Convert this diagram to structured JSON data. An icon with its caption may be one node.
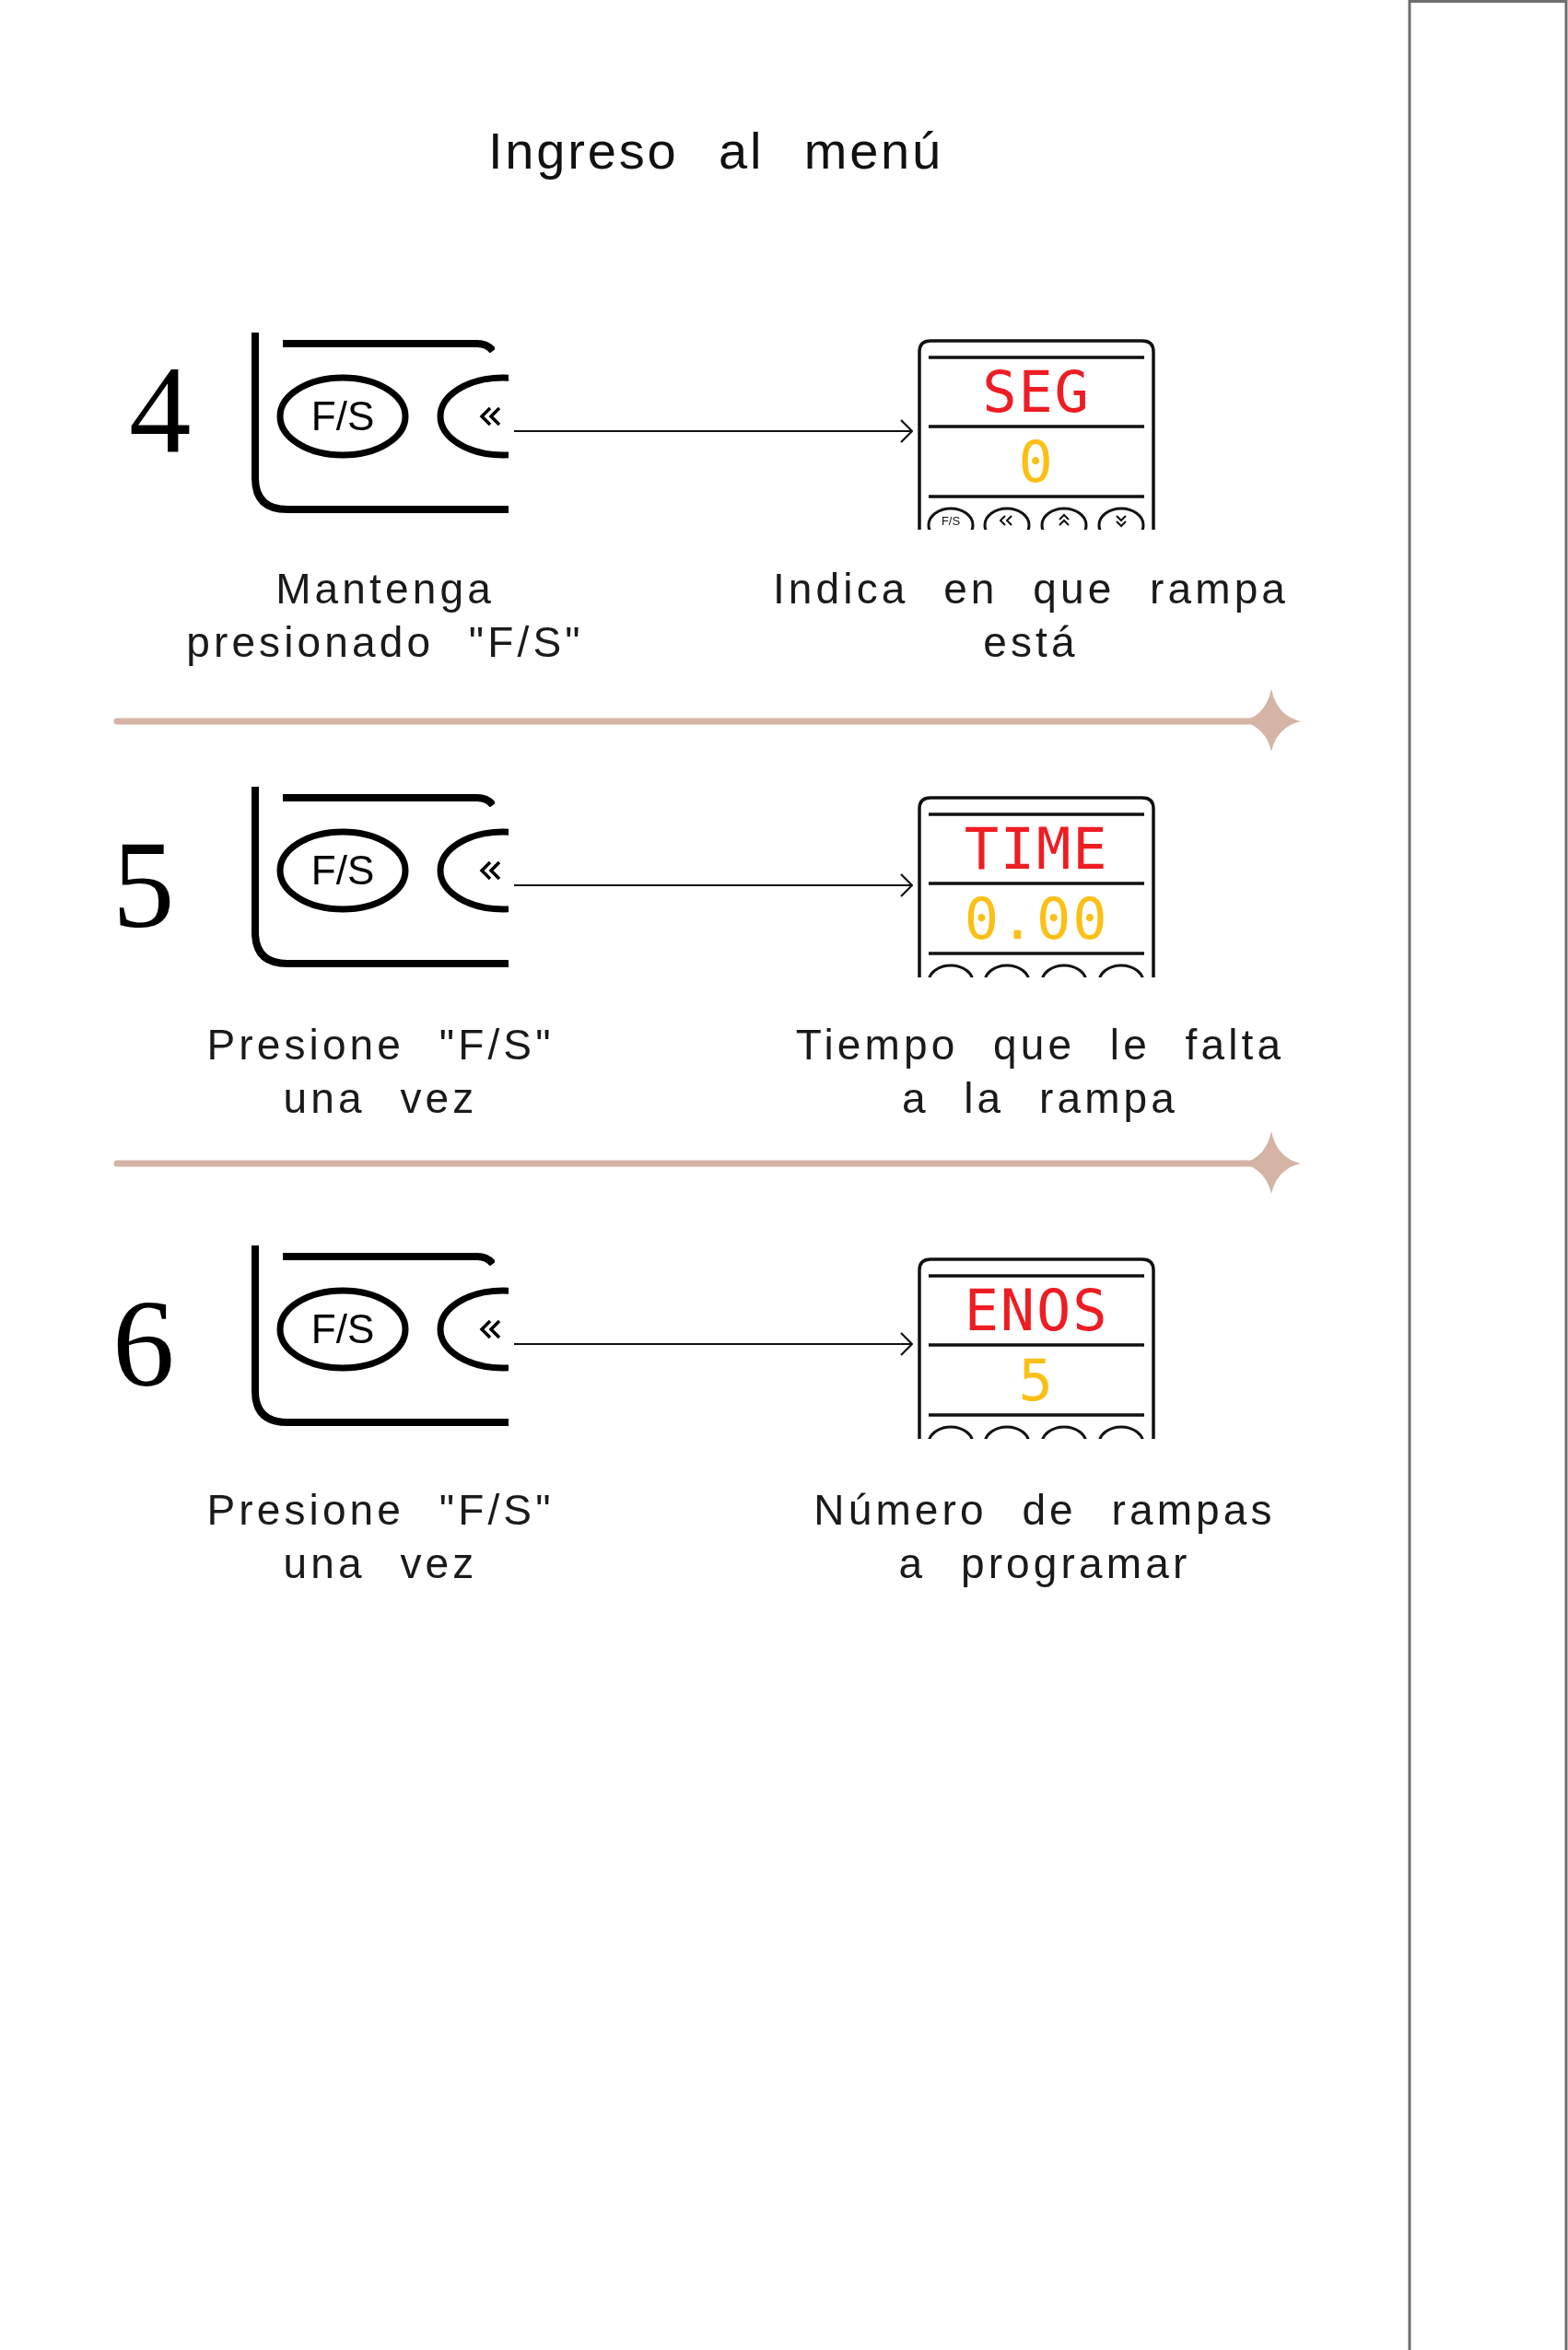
{
  "diagram": {
    "title": "Ingreso al menú",
    "nodes": [
      {
        "text": [
          "F/S"
        ],
        "beside": [
          "4",
          "Mantenga presionado \"F/S\""
        ]
      },
      {
        "text": [
          "SEG",
          "0",
          "F/S"
        ],
        "beside": [
          "Indica en que rampa está"
        ]
      },
      {
        "text": [
          "F/S"
        ],
        "beside": [
          "5",
          "Presione \"F/S\" una vez"
        ]
      },
      {
        "text": [
          "TIME",
          "0.00"
        ],
        "beside": [
          "Tiempo que le falta a la rampa"
        ]
      },
      {
        "text": [
          "F/S"
        ],
        "beside": [
          "6",
          "Presione \"F/S\" una vez"
        ]
      },
      {
        "text": [
          "ENOS",
          "5"
        ],
        "beside": [
          "Número de rampas a programar"
        ]
      }
    ],
    "edges": [
      {
        "from": 0,
        "to": 1,
        "arrow": "to"
      },
      {
        "from": 2,
        "to": 3,
        "arrow": "to"
      },
      {
        "from": 4,
        "to": 5,
        "arrow": "to"
      }
    ]
  }
}
